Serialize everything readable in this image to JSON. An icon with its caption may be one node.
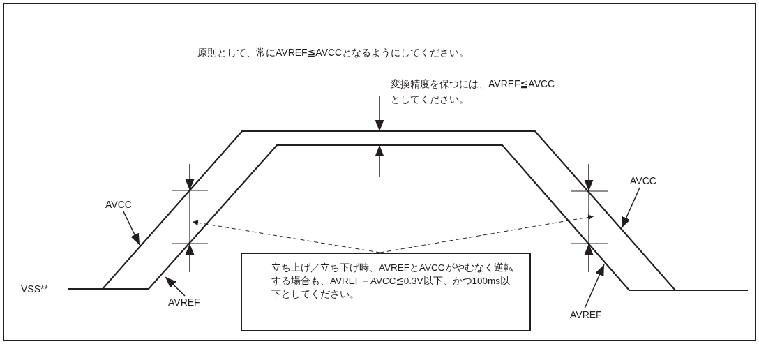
{
  "diagram": {
    "nodes": [
      {
        "text": [
          "立ち上げ／立ち下げ時、AVREFとAVCCがやむなく逆転する場合も、AVREF－AVCC≦0.3V以下、かつ100ms以下としてください。"
        ]
      },
      {
        "text": [
          "AVCC"
        ]
      },
      {
        "text": [
          "AVREF"
        ]
      },
      {
        "text": [
          "AVCC"
        ]
      },
      {
        "text": [
          "AVREF"
        ]
      }
    ],
    "edges": [
      {
        "from": 0,
        "to": null,
        "arrow": "to",
        "style": "dashed"
      },
      {
        "from": 0,
        "to": null,
        "arrow": "to",
        "style": "dashed"
      },
      {
        "from": 1,
        "to": null,
        "arrow": "to"
      },
      {
        "from": 2,
        "to": null,
        "arrow": "to"
      },
      {
        "from": 3,
        "to": null,
        "arrow": "to"
      },
      {
        "from": 4,
        "to": null,
        "arrow": "to"
      }
    ],
    "labels": [
      "原則として、常にAVREF≦AVCCとなるようにしてください。",
      "変換精度を保つには、AVREF≦AVCCとしてください。",
      "VSS**"
    ]
  }
}
